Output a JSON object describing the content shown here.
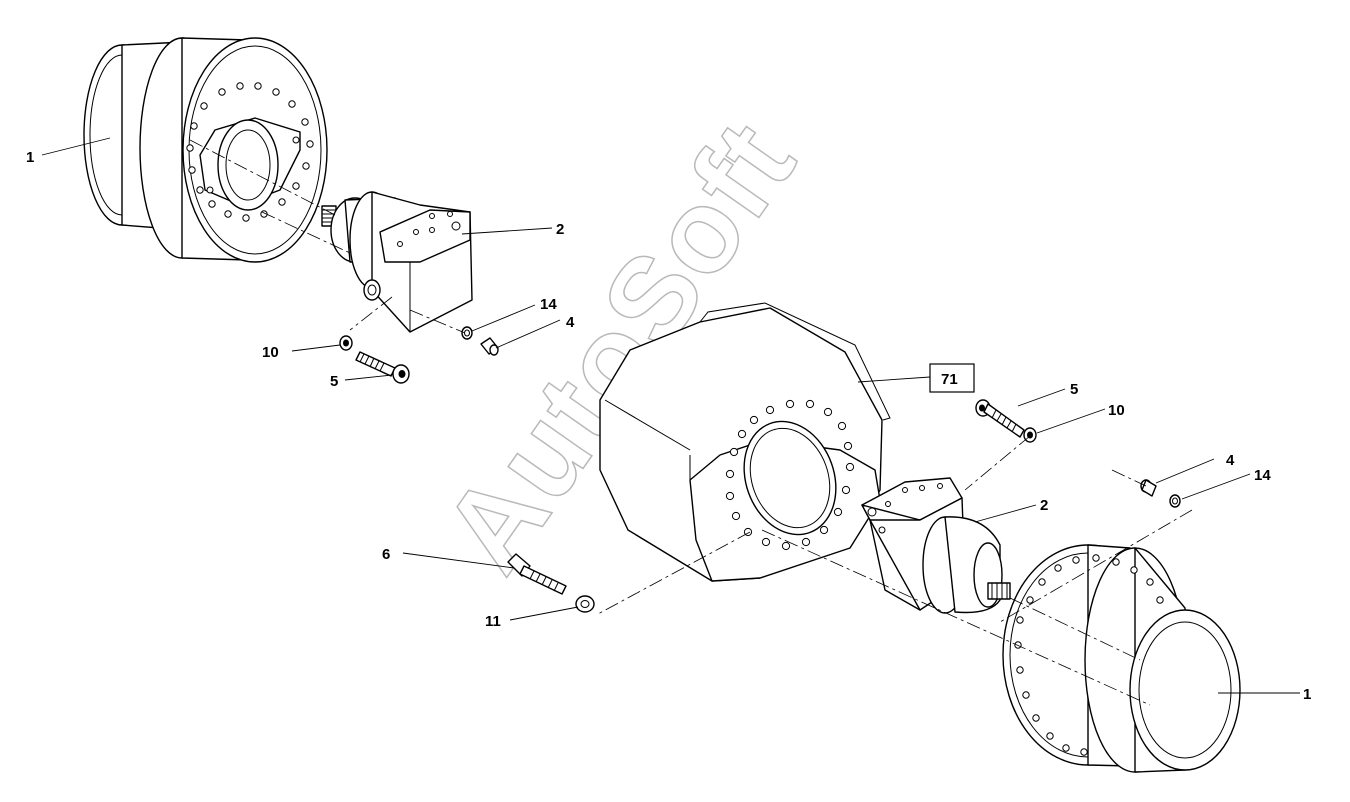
{
  "watermark": "AutoSoft",
  "callouts": {
    "c1_left": "1",
    "c2_left": "2",
    "c14_left": "14",
    "c4_left": "4",
    "c10_left": "10",
    "c5_left": "5",
    "c71": "71",
    "c5_right": "5",
    "c10_right": "10",
    "c4_right": "4",
    "c14_right": "14",
    "c2_right": "2",
    "c6": "6",
    "c11": "11",
    "c1_right": "1"
  }
}
